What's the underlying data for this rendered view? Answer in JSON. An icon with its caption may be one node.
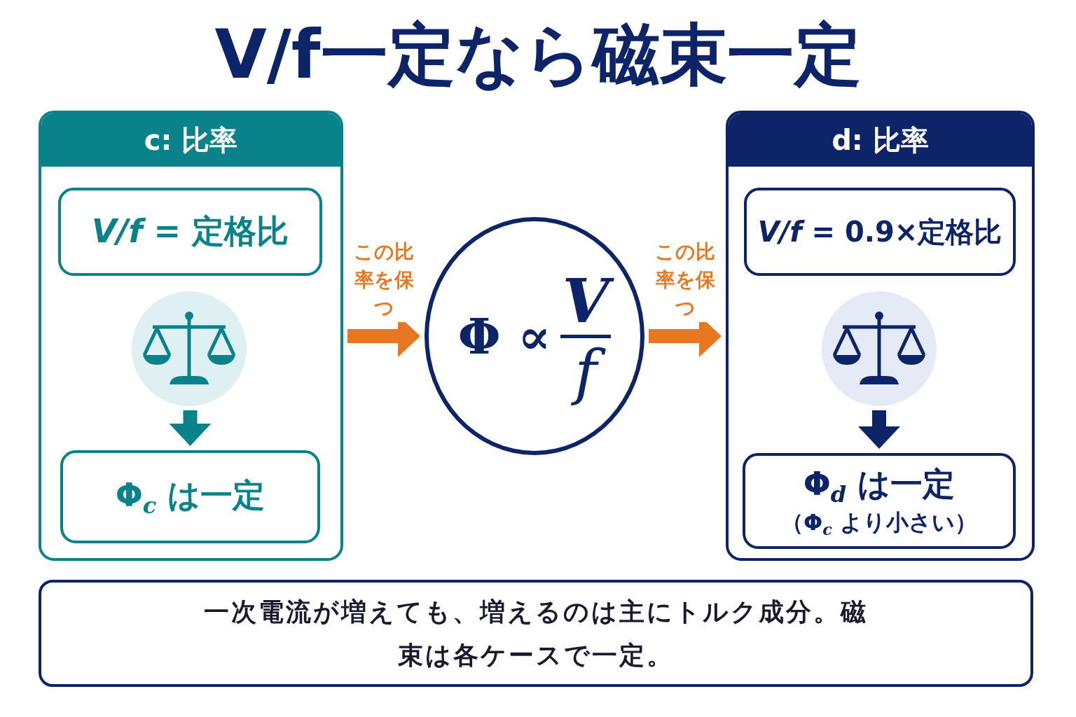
{
  "diagram": {
    "title": "V/f一定なら磁束一定",
    "nodes": [
      {
        "text": [
          "c: 比率"
        ]
      },
      {
        "text": [
          "*V/f* = 定格比"
        ],
        "in": 0
      },
      {
        "text": [],
        "shape": "circle",
        "in": 0
      },
      {
        "text": [
          "Φ$_{c}$ は一定"
        ],
        "in": 0
      },
      {
        "text": [
          "Φ ∝",
          "V",
          "f"
        ]
      },
      {
        "text": [
          "d: 比率"
        ]
      },
      {
        "text": [
          "*V/f* = 0.9×定格比"
        ],
        "in": 5
      },
      {
        "text": [],
        "shape": "circle",
        "in": 5
      },
      {
        "text": [
          "Φ$_{d}$ は一定",
          "（Φ$_{c}$ より小さい）"
        ],
        "in": 5
      },
      {
        "text": [
          "一次電流が増えても、増えるのは主にトルク成分。磁束は各ケースで一定。"
        ]
      }
    ],
    "edges": [
      {
        "from": 0,
        "to": 4,
        "arrow": "to",
        "label": "この比率を保つ",
        "color": "#e87722"
      },
      {
        "from": 4,
        "to": 5,
        "arrow": "to",
        "label": "この比率を保つ",
        "color": "#e87722"
      },
      {
        "from": 2,
        "to": 3,
        "arrow": "to",
        "color": "#0a8289"
      },
      {
        "from": 7,
        "to": 8,
        "arrow": "to",
        "color": "#0d2468"
      }
    ]
  }
}
